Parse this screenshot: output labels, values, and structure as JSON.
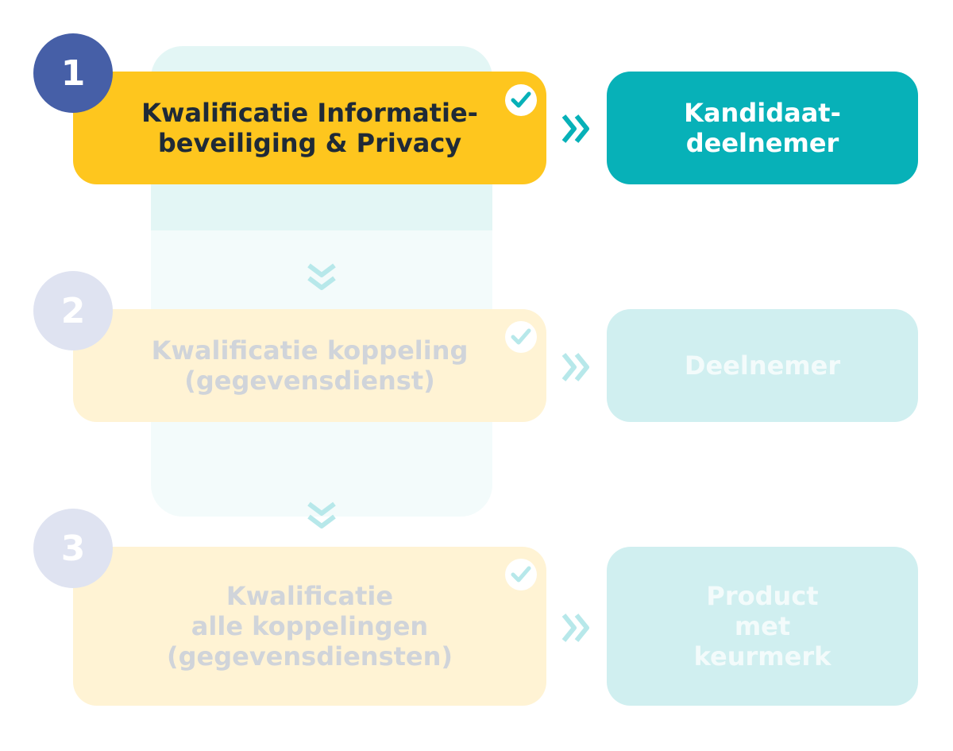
{
  "steps": [
    {
      "number": "1",
      "title_lines": [
        "Kwalificatie Informatie-",
        "beveiliging & Privacy"
      ],
      "result_lines": [
        "Kandidaat-",
        "deelnemer"
      ],
      "state": "active"
    },
    {
      "number": "2",
      "title_lines": [
        "Kwalificatie koppeling",
        "(gegevensdienst)"
      ],
      "result_lines": [
        "Deelnemer"
      ],
      "state": "inactive"
    },
    {
      "number": "3",
      "title_lines": [
        "Kwalificatie",
        "alle koppelingen",
        "(gegevensdiensten)"
      ],
      "result_lines": [
        "Product",
        "met",
        "keurmerk"
      ],
      "state": "inactive"
    }
  ],
  "colors": {
    "step_active": "#fec61e",
    "step_inactive": "#fff3d4",
    "result_active": "#07b1b8",
    "result_inactive": "#d0eff0",
    "badge_active": "#465fa7",
    "badge_inactive": "#dfe3f1",
    "arrow_active": "#07b1b8",
    "arrow_inactive": "#b7e8ea"
  },
  "icons": {
    "check": "check-icon",
    "arrow_right": "double-chevron-right-icon",
    "arrow_down": "double-chevron-down-icon"
  }
}
